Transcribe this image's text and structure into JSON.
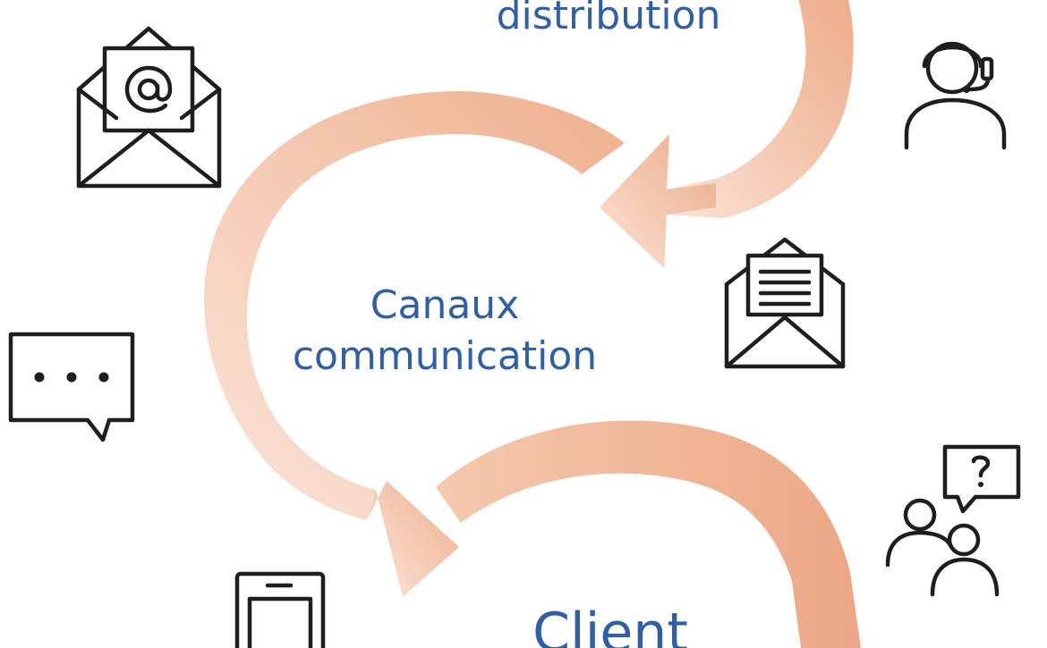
{
  "labels": {
    "top": "distribution",
    "middle_line1": "Canaux",
    "middle_line2": "communication",
    "bottom": "Client"
  },
  "arrow_colors": {
    "dark": "#ecab88",
    "light": "#fbe7dc"
  },
  "text_color": "#2e5fa8",
  "icons": [
    "email-at-icon",
    "headset-agent-icon",
    "letter-envelope-icon",
    "chat-bubble-icon",
    "people-question-icon",
    "mobile-phone-icon"
  ]
}
